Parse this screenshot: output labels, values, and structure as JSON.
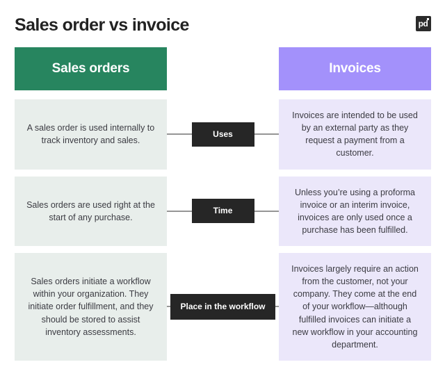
{
  "header": {
    "title": "Sales order vs invoice",
    "logo": {
      "name": "pandadoc-logo-icon",
      "text": "pd"
    }
  },
  "colors": {
    "left_header_bg": "#27855f",
    "right_header_bg": "#a391fb",
    "left_cell_bg": "#e8eeeb",
    "right_cell_bg": "#ebe7fa",
    "mid_label_bg": "#262626",
    "text": "#3b3b42",
    "title": "#222222"
  },
  "columns": {
    "left_title": "Sales orders",
    "right_title": "Invoices"
  },
  "rows": [
    {
      "label": "Uses",
      "left": "A sales order is used internally to track inventory and sales.",
      "right": "Invoices are intended to be used by an external party as they request a payment from a customer."
    },
    {
      "label": "Time",
      "left": "Sales orders are used right at the start of any purchase.",
      "right": "Unless you’re using a proforma invoice or an interim invoice, invoices are only used once a purchase has been fulfilled."
    },
    {
      "label": "Place in the workflow",
      "left": "Sales orders initiate a workflow within your organization. They initiate order fulfillment, and they should be stored to assist inventory assessments.",
      "right": "Invoices largely require an action from the customer, not your company. They come at the end of your workflow—although fulfilled invoices can initiate a new workflow in your accounting department."
    }
  ]
}
